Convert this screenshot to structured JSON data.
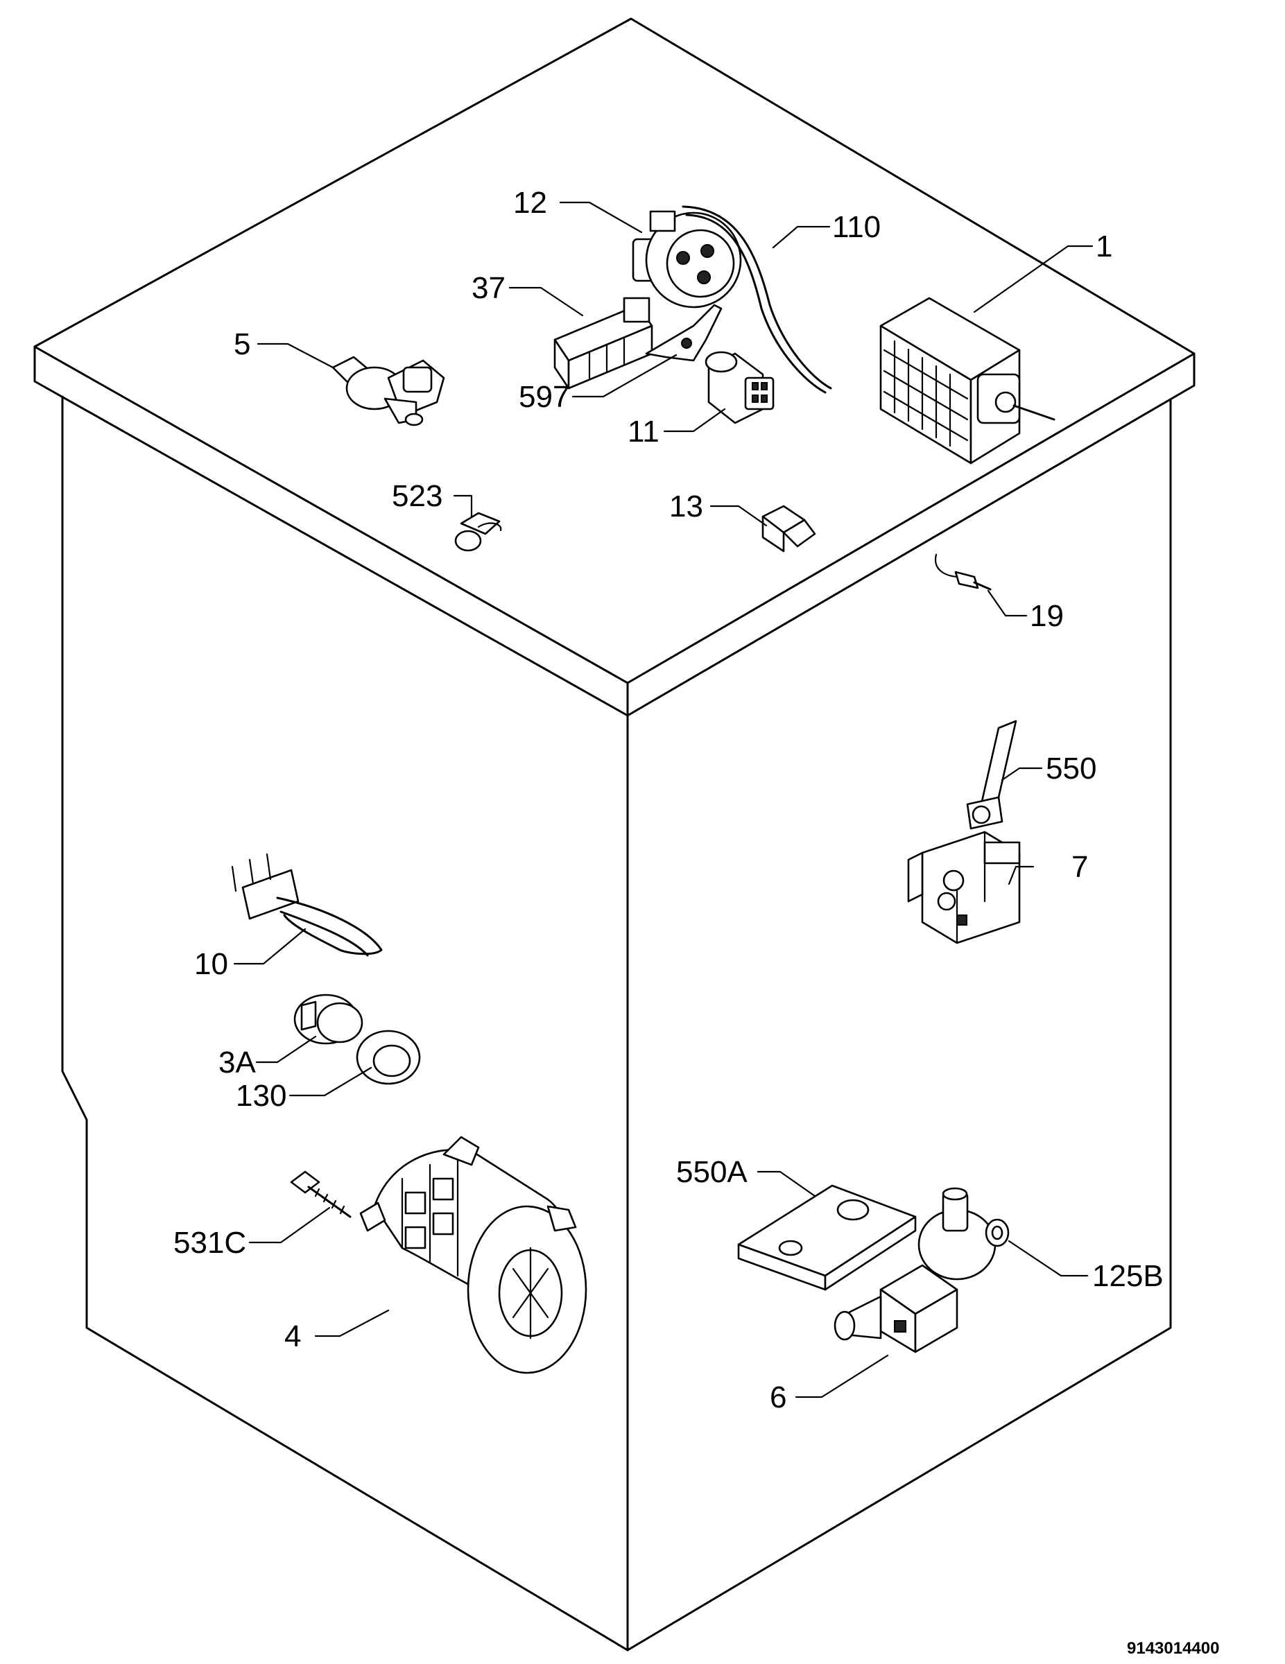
{
  "drawing_code": "9143014400",
  "parts": [
    {
      "ref": "1"
    },
    {
      "ref": "3A"
    },
    {
      "ref": "4"
    },
    {
      "ref": "5"
    },
    {
      "ref": "6"
    },
    {
      "ref": "7"
    },
    {
      "ref": "10"
    },
    {
      "ref": "11"
    },
    {
      "ref": "12"
    },
    {
      "ref": "13"
    },
    {
      "ref": "19"
    },
    {
      "ref": "37"
    },
    {
      "ref": "110"
    },
    {
      "ref": "125B"
    },
    {
      "ref": "130"
    },
    {
      "ref": "523"
    },
    {
      "ref": "531C"
    },
    {
      "ref": "550"
    },
    {
      "ref": "550A"
    },
    {
      "ref": "597"
    }
  ]
}
